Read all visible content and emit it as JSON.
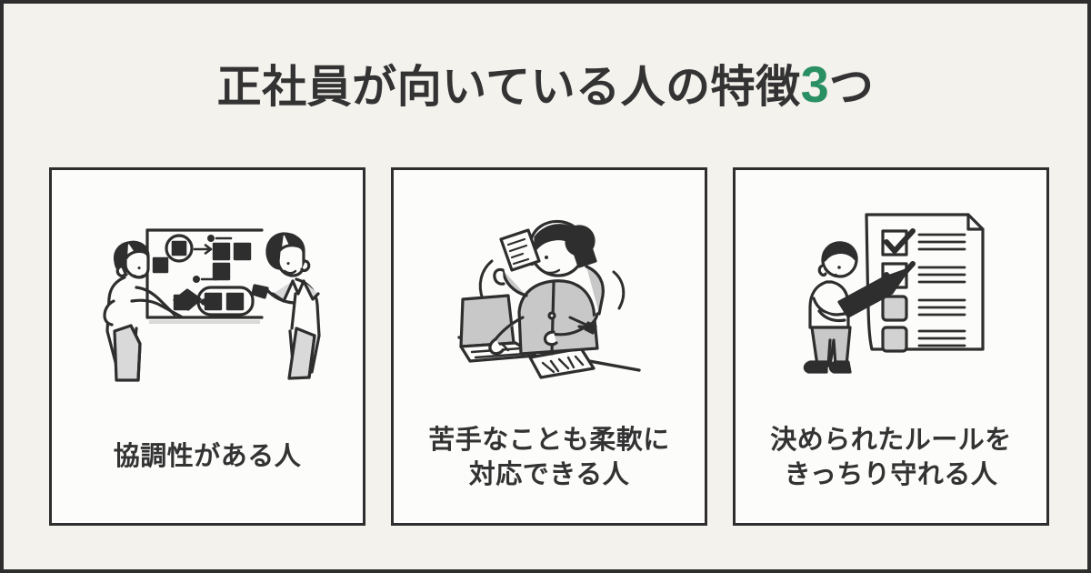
{
  "poster": {
    "background_color": "#f4f2ed",
    "frame_color": "#2e2e2e",
    "title_prefix": "正社員が向いている人の特徴",
    "title_accent": "3",
    "title_suffix": "つ",
    "title_full": "正社員が向いている人の特徴3つ",
    "title_color": "#333333",
    "accent_color": "#2a9063"
  },
  "cards": [
    {
      "label": "協調性がある人",
      "illustration": "two-people-whiteboard-sticky-notes-illustration",
      "illustration_alt": "ホワイトボードの付箋を前に話し合う2人"
    },
    {
      "label": "苦手なことも柔軟に\n対応できる人",
      "illustration": "multitasking-woman-laptop-phone-illustration",
      "illustration_alt": "ノートパソコン・電話・書類を同時にこなす女性"
    },
    {
      "label": "決められたルールを\nきっちり守れる人",
      "illustration": "person-checklist-pen-illustration",
      "illustration_alt": "大きなペンでチェックリストに印をつける人"
    }
  ]
}
